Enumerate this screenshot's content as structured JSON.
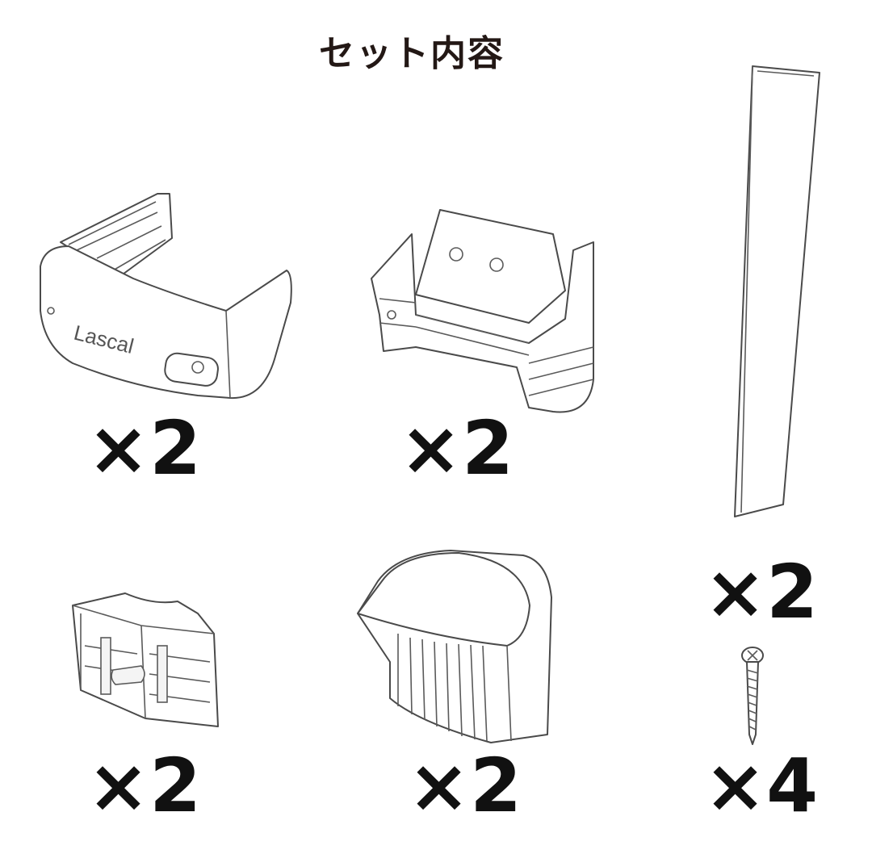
{
  "title": "セット内容",
  "parts": [
    {
      "icon": "corner-clip-icon",
      "quantity": "×2",
      "brand": "Lascal"
    },
    {
      "icon": "bracket-mount-icon",
      "quantity": "×2"
    },
    {
      "icon": "long-strip-icon",
      "quantity": "×2"
    },
    {
      "icon": "small-bracket-icon",
      "quantity": "×2"
    },
    {
      "icon": "end-cap-icon",
      "quantity": "×2"
    },
    {
      "icon": "screw-icon",
      "quantity": "×4"
    }
  ]
}
